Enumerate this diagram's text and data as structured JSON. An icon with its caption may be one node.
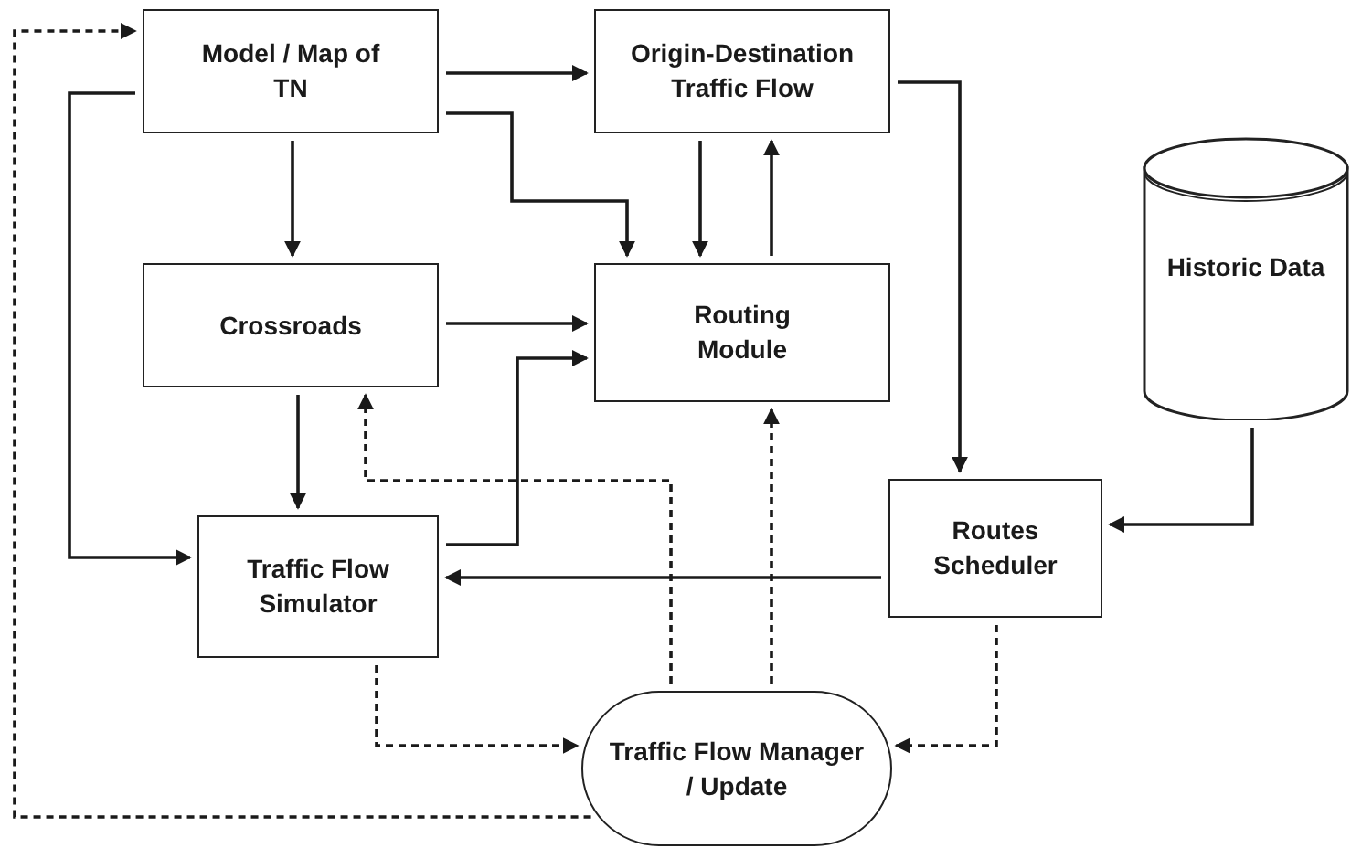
{
  "diagram": {
    "nodes": [
      {
        "text": [
          "Model / Map of TN"
        ]
      },
      {
        "text": [
          "Origin-Destination Traffic Flow"
        ]
      },
      {
        "text": [
          "Historic Data"
        ]
      },
      {
        "text": [
          "Crossroads"
        ]
      },
      {
        "text": [
          "Routing Module"
        ]
      },
      {
        "text": [
          "Traffic Flow Simulator"
        ]
      },
      {
        "text": [
          "Routes Scheduler"
        ]
      },
      {
        "text": [
          "Traffic Flow Manager / Update"
        ]
      }
    ],
    "edges": [
      {
        "from": 0,
        "to": 1,
        "arrow": "to"
      },
      {
        "from": 0,
        "to": 4,
        "arrow": "to"
      },
      {
        "from": 0,
        "to": 3,
        "arrow": "to"
      },
      {
        "from": 0,
        "to": 5,
        "arrow": "to"
      },
      {
        "from": 1,
        "to": 4,
        "arrow": "to"
      },
      {
        "from": 4,
        "to": 1,
        "arrow": "to"
      },
      {
        "from": 1,
        "to": 6,
        "arrow": "to"
      },
      {
        "from": 3,
        "to": 4,
        "arrow": "to"
      },
      {
        "from": 3,
        "to": 5,
        "arrow": "to"
      },
      {
        "from": 5,
        "to": 4,
        "arrow": "to"
      },
      {
        "from": 2,
        "to": 6,
        "arrow": "to"
      },
      {
        "from": 6,
        "to": 5,
        "arrow": "to"
      },
      {
        "from": 7,
        "to": 3,
        "arrow": "to",
        "style": "dashed"
      },
      {
        "from": 7,
        "to": 4,
        "arrow": "to",
        "style": "dashed"
      },
      {
        "from": 5,
        "to": 7,
        "arrow": "to",
        "style": "dashed"
      },
      {
        "from": 6,
        "to": 7,
        "arrow": "to",
        "style": "dashed"
      },
      {
        "from": 7,
        "to": 0,
        "arrow": "to",
        "style": "dashed"
      }
    ]
  }
}
